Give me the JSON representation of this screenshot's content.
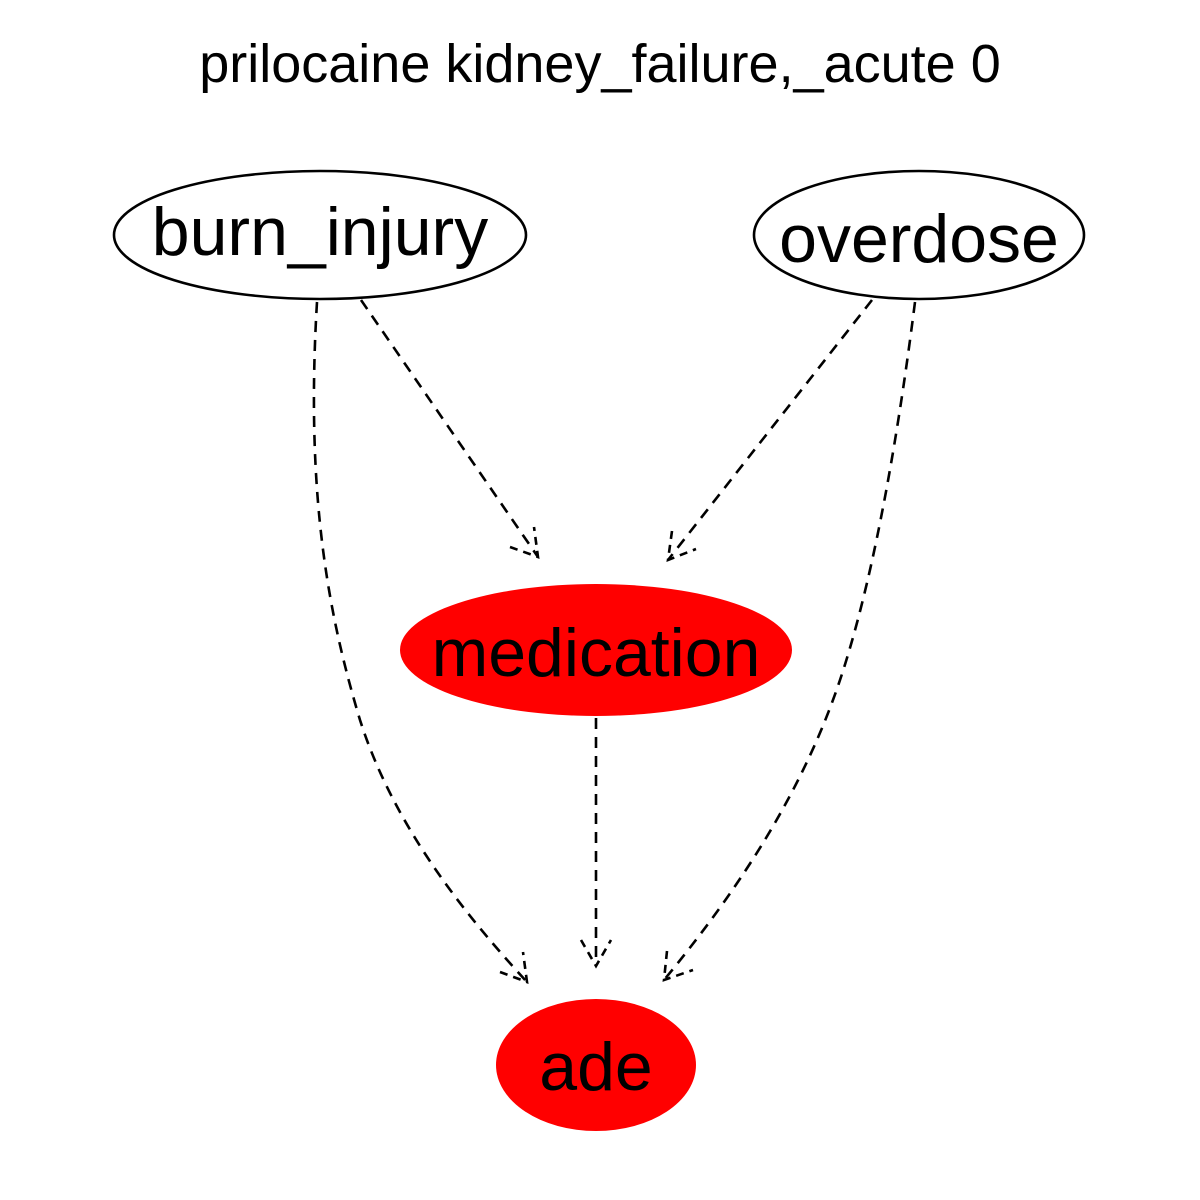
{
  "title": "prilocaine kidney_failure,_acute 0",
  "colors": {
    "background": "#ffffff",
    "highlight_fill": "#ff0000",
    "plain_fill": "#ffffff",
    "stroke": "#000000"
  },
  "nodes": {
    "burn_injury": {
      "label": "burn_injury",
      "highlighted": false
    },
    "overdose": {
      "label": "overdose",
      "highlighted": false
    },
    "medication": {
      "label": "medication",
      "highlighted": true
    },
    "ade": {
      "label": "ade",
      "highlighted": true
    }
  },
  "edges": [
    {
      "from": "burn_injury",
      "to": "medication",
      "style": "dashed"
    },
    {
      "from": "overdose",
      "to": "medication",
      "style": "dashed"
    },
    {
      "from": "burn_injury",
      "to": "ade",
      "style": "dashed"
    },
    {
      "from": "overdose",
      "to": "ade",
      "style": "dashed"
    },
    {
      "from": "medication",
      "to": "ade",
      "style": "dashed"
    }
  ]
}
